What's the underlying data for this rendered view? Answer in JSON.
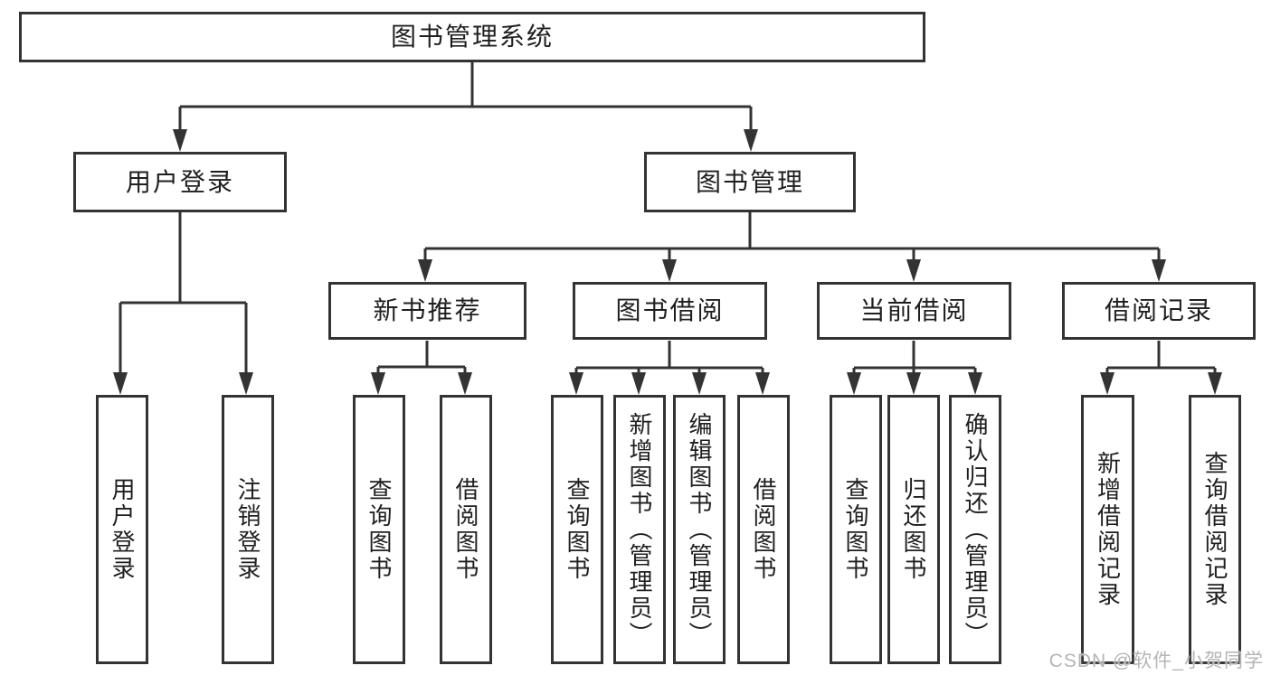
{
  "tree": {
    "label": "图书管理系统",
    "children": [
      {
        "label": "用户登录",
        "children": [
          {
            "label": "用户登录"
          },
          {
            "label": "注销登录"
          }
        ]
      },
      {
        "label": "图书管理",
        "children": [
          {
            "label": "新书推荐",
            "children": [
              {
                "label": "查询图书"
              },
              {
                "label": "借阅图书"
              }
            ]
          },
          {
            "label": "图书借阅",
            "children": [
              {
                "label": "查询图书"
              },
              {
                "label": "新增图书（管理员）"
              },
              {
                "label": "编辑图书（管理员）"
              },
              {
                "label": "借阅图书"
              }
            ]
          },
          {
            "label": "当前借阅",
            "children": [
              {
                "label": "查询图书"
              },
              {
                "label": "归还图书"
              },
              {
                "label": "确认归还（管理员）"
              }
            ]
          },
          {
            "label": "借阅记录",
            "children": [
              {
                "label": "新增借阅记录"
              },
              {
                "label": "查询借阅记录"
              }
            ]
          }
        ]
      }
    ]
  },
  "watermark": {
    "text": "CSDN @软件_小贺同学"
  },
  "colors": {
    "line": "#333333",
    "box_fill": "#ffffff",
    "text": "#1f1f1f",
    "watermark": "#b5b5b5"
  }
}
